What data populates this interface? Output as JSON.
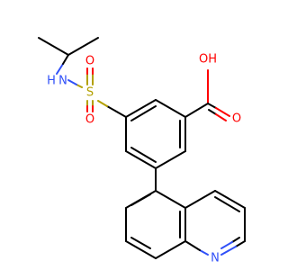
{
  "molecule": {
    "atoms": {
      "oh": {
        "label": "OH",
        "color": "#ff0000"
      },
      "o_carbonyl": {
        "label": "O",
        "color": "#ff0000"
      },
      "s": {
        "label": "S",
        "color": "#b3a000"
      },
      "o_s_top": {
        "label": "O",
        "color": "#ff0000"
      },
      "o_s_bottom": {
        "label": "O",
        "color": "#ff0000"
      },
      "nh": {
        "label": "N",
        "color": "#3050f8"
      },
      "nh_h": {
        "label": "H",
        "color": "#3050f8"
      },
      "n_quinoline": {
        "label": "N",
        "color": "#3050f8"
      }
    }
  }
}
